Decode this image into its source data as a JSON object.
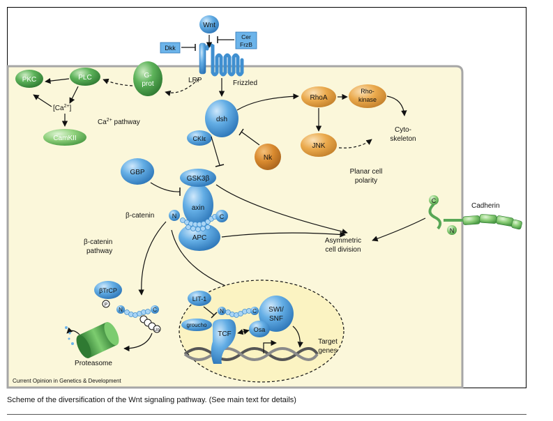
{
  "colors": {
    "cell": "#fbf7da",
    "cell_border": "#a6a6a6",
    "blue": "#5aa7e0",
    "green": "#58a756",
    "orange": "#e6a242",
    "dark_orange": "#cf862f",
    "arrow": "#111111"
  },
  "nodes": {
    "wnt": "Wnt",
    "cer": "Cer",
    "frzb": "FrzB",
    "dkk": "Dkk",
    "lrp": "LRP",
    "frizzled": "Frizzled",
    "gprot_line1": "G-",
    "gprot_line2": "prot",
    "plc": "PLC",
    "pkc": "PKC",
    "ca": "[Ca",
    "ca_sup": "2+",
    "ca_close": "]",
    "camkii": "CamKII",
    "dsh": "dsh",
    "ckie": "CKIε",
    "nk": "Nk",
    "rhoa": "RhoA",
    "rhokinase_line1": "Rho-",
    "rhokinase_line2": "kinase",
    "jnk": "JNK",
    "gbp": "GBP",
    "gsk3b": "GSK3β",
    "axin": "axin",
    "apc": "APC",
    "n_label": "N",
    "c_label": "C",
    "btrcp": "βTrCP",
    "p_label": "P",
    "ub_label": "Ub",
    "lit1": "LIT-1",
    "groucho": "groucho",
    "tcf": "TCF",
    "osa": "Osa",
    "swisnf_line1": "SWI/",
    "swisnf_line2": "SNF"
  },
  "labels": {
    "ca_pathway": "Ca",
    "ca_pathway_sup": "2+",
    "ca_pathway_rest": " pathway",
    "cytoskeleton_line1": "Cyto-",
    "cytoskeleton_line2": "skeleton",
    "planar_line1": "Planar cell",
    "planar_line2": "polarity",
    "bcatenin": "β-catenin",
    "bcatenin_pathway_line1": "β-catenin",
    "bcatenin_pathway_line2": "pathway",
    "asym_line1": "Asymmetric",
    "asym_line2": "cell division",
    "cadherin": "Cadherin",
    "proteasome": "Proteasome",
    "target_line1": "Target",
    "target_line2": "genes",
    "source": "Current Opinion in Genetics & Development"
  },
  "caption": "Scheme of the diversification of the Wnt signaling pathway. (See main text for details)"
}
